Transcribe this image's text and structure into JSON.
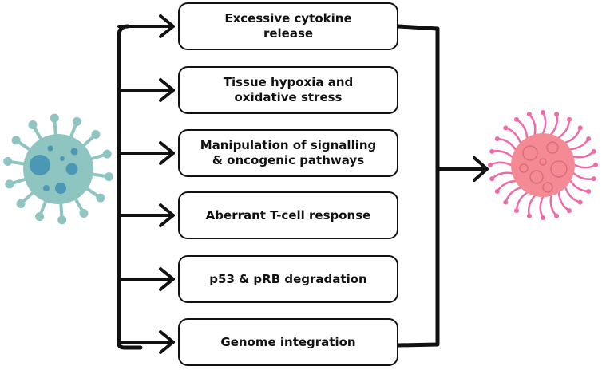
{
  "diagram": {
    "boxes": [
      {
        "label": "Excessive cytokine\nrelease"
      },
      {
        "label": "Tissue  hypoxia and\noxidative stress"
      },
      {
        "label": "Manipulation of  signalling\n& oncogenic pathways"
      },
      {
        "label": "Aberrant T-cell response"
      },
      {
        "label": "p53 & pRB degradation"
      },
      {
        "label": "Genome integration"
      }
    ],
    "icons": {
      "virus": "virus-icon",
      "tumor_cell": "cancer-cell-icon"
    },
    "colors": {
      "line": "#111111",
      "virus_body": "#8ec5c1",
      "virus_spots": "#4a98b6",
      "tumor_body": "#f48a94",
      "tumor_spikes": "#ef6aa6"
    }
  }
}
